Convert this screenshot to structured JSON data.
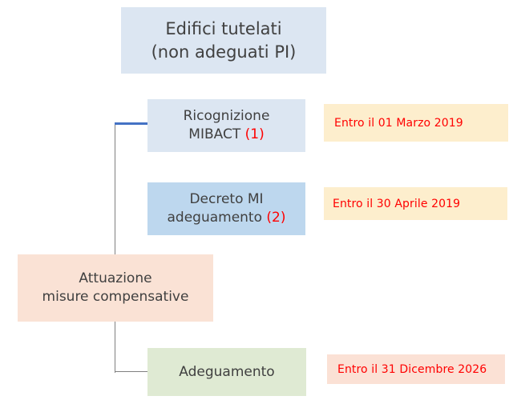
{
  "diagram": {
    "title": "Edifici tutelati (non adeguati PI)",
    "root": {
      "line1": "Edifici tutelati",
      "line2": "(non adeguati PI)"
    },
    "steps": [
      {
        "line1": "Ricognizione",
        "line2": "MIBACT",
        "marker": "(1)",
        "note": "Entro il 01 Marzo  2019"
      },
      {
        "line1": "Decreto MI",
        "line2": "adeguamento",
        "marker": "(2)",
        "note": "Entro il 30 Aprile 2019"
      },
      {
        "line1": "Adeguamento",
        "line2": "",
        "marker": "",
        "note": "Entro il 31 Dicembre  2026"
      }
    ],
    "side": {
      "line1": "Attuazione",
      "line2": "misure compensative"
    },
    "colors": {
      "root_fill": "#dce6f2",
      "step1_fill": "#dce6f2",
      "step2_fill": "#bdd7ee",
      "step3_fill": "#dfead3",
      "side_fill": "#fae2d5",
      "note_yellow": "#fdeecd",
      "note_pink": "#fbe1d5",
      "marker_text": "#ff0000",
      "note_text": "#ff0000",
      "body_text": "#404040",
      "connector_blue": "#4472c4",
      "connector_gray": "#808080"
    }
  }
}
